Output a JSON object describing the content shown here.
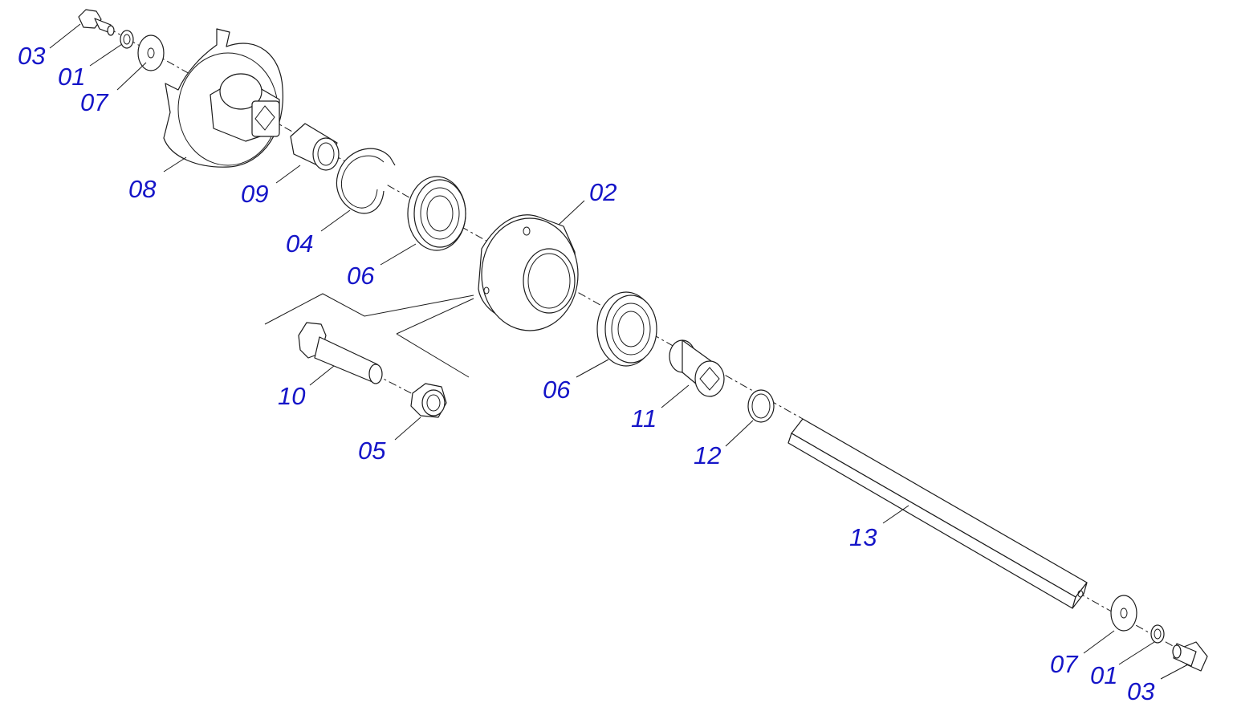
{
  "accent_color": "#1515c8",
  "line_color": "#1a1a1a",
  "callouts": {
    "c01a": "01",
    "c03a": "03",
    "c07a": "07",
    "c08": "08",
    "c09": "09",
    "c04": "04",
    "c06a": "06",
    "c02": "02",
    "c10": "10",
    "c05": "05",
    "c06b": "06",
    "c11": "11",
    "c12": "12",
    "c13": "13",
    "c07b": "07",
    "c01b": "01",
    "c03b": "03"
  }
}
